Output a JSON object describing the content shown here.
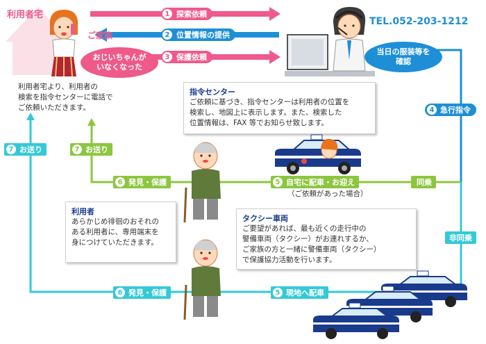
{
  "home_label": "利用者宅",
  "family_label": "ご家族",
  "speech_bubble": [
    "おじいちゃんが",
    "いなくなった"
  ],
  "user_call_text": [
    "利用者宅より、利用者の",
    "検索を指令センターに電話で",
    "ご依頼いただきます。"
  ],
  "tel": "TEL.052-203-1212",
  "operator_bubble": [
    "当日の服装等を",
    "確認"
  ],
  "arrows": [
    {
      "num": "1",
      "label": "探索依頼"
    },
    {
      "num": "2",
      "label": "位置情報の提供"
    },
    {
      "num": "3",
      "label": "保護依頼"
    }
  ],
  "center_box": {
    "title": "指令センター",
    "lines": [
      "ご依頼に基づき、指令センターは利用者の位置を",
      "検索し、地図上に表示します。また、検索した",
      "位置情報は、FAX 等でお知らせ致します。"
    ]
  },
  "user_box": {
    "title": "利用者",
    "lines": [
      "あらかじめ徘徊のおそれの",
      "ある利用者に、専用端末を",
      "身につけていただきます。"
    ]
  },
  "taxi_box": {
    "title": "タクシー車両",
    "lines": [
      "ご要望があれば、最も近くの走行中の",
      "警備車両（タクシー）がお連れするか、",
      "ご家族の方と一緒に警備車両（タクシー）",
      "で保護協力活動を行います。"
    ]
  },
  "step4": {
    "num": "4",
    "label": "急行指令"
  },
  "step5a": {
    "num": "5",
    "label": "自宅に配車・お迎え"
  },
  "step5a_note": "（ご依頼があった場合）",
  "step5b": {
    "num": "5",
    "label": "現地へ配車"
  },
  "step6a": {
    "num": "6",
    "label": "発見・保護"
  },
  "step6b": {
    "num": "6",
    "label": "発見・保護"
  },
  "step7a": {
    "num": "7",
    "label": "お送り"
  },
  "step7b": {
    "num": "7",
    "label": "お送り"
  },
  "ride_label": "同乗",
  "noride_label": "非同乗",
  "colors": {
    "pink": "#ee5a8a",
    "blue": "#1e8fd6",
    "green": "#8cc63f",
    "cyan": "#35c9d6",
    "orange": "#f39c12"
  }
}
